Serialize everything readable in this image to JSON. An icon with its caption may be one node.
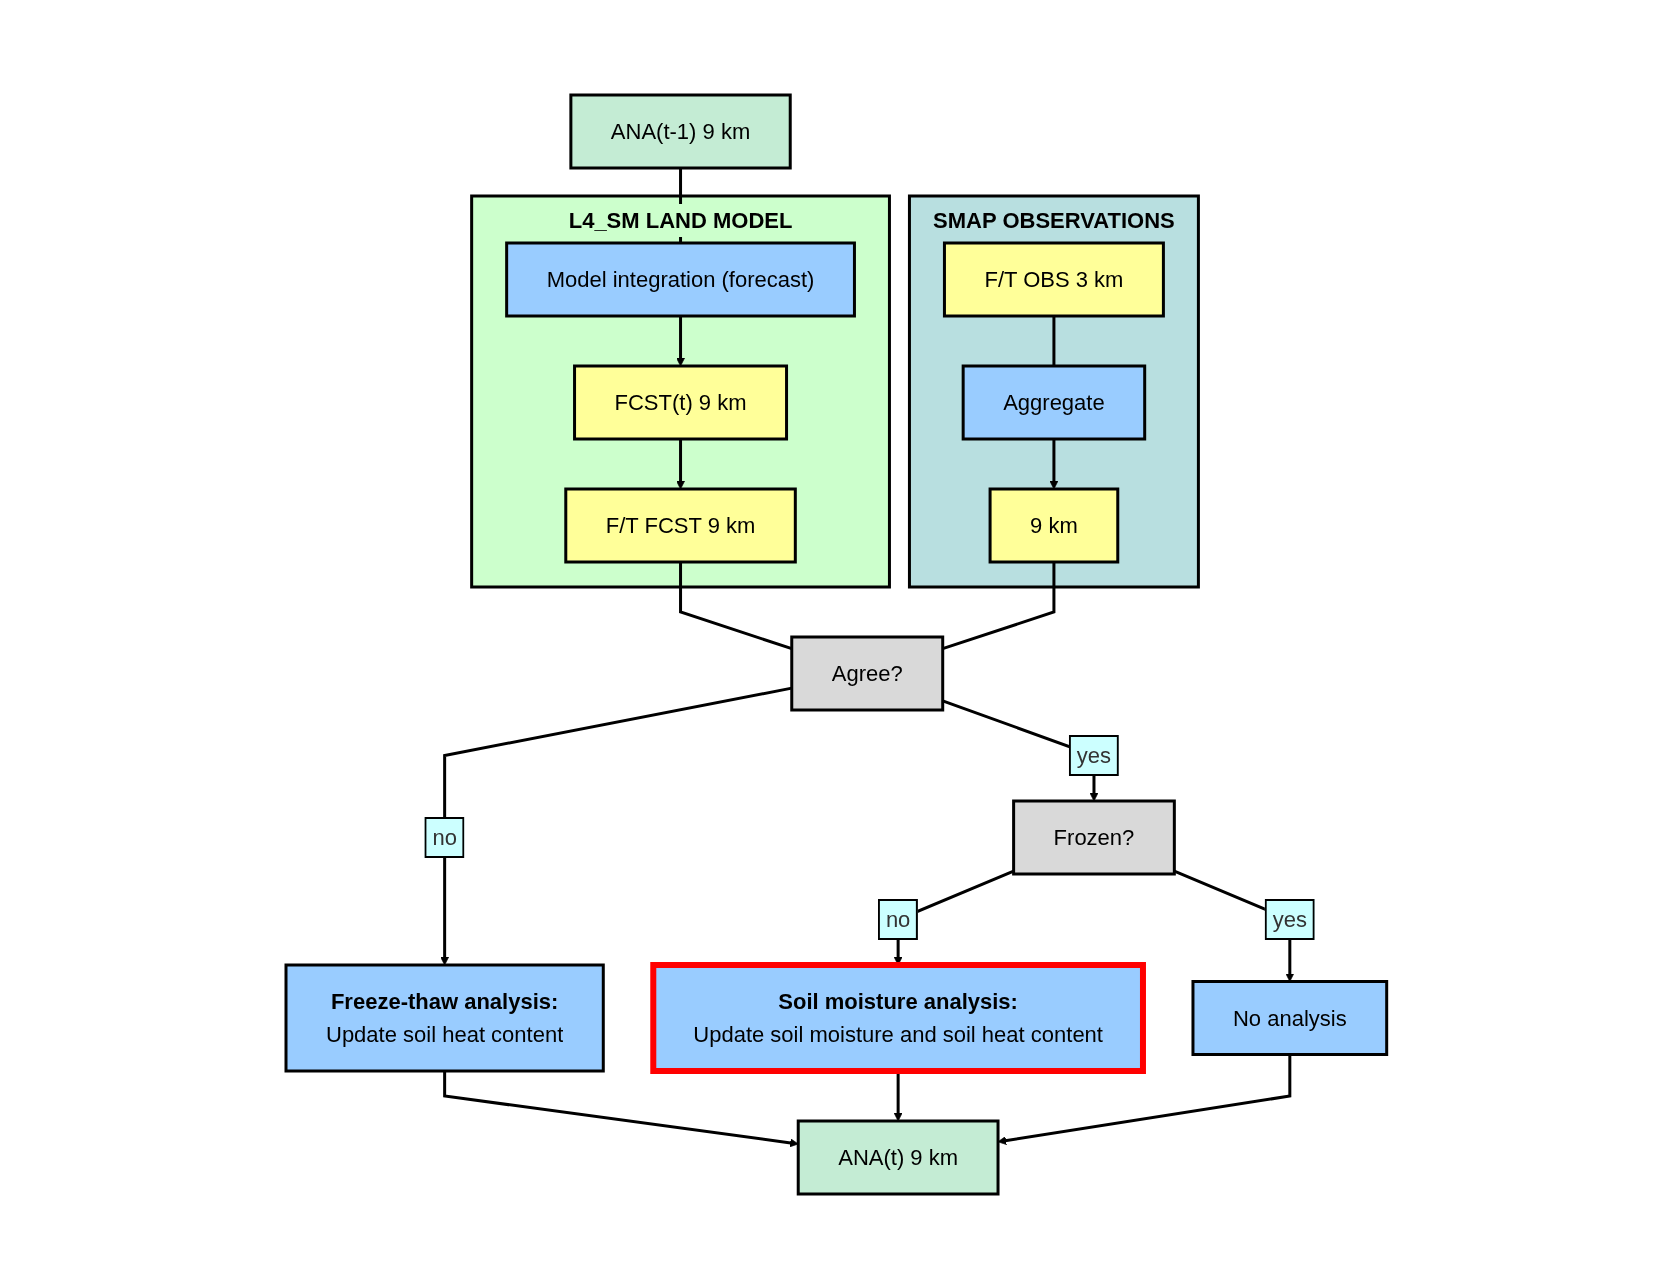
{
  "diagram": {
    "nodes": [
      {
        "text": [
          "L4_SM LAND MODEL"
        ]
      },
      {
        "text": [
          "FCST(t) 9 km"
        ],
        "in": 0
      },
      {
        "text": [
          "Model integration (forecast)"
        ],
        "in": 0
      },
      {
        "text": [
          "F/T FCST 9 km"
        ],
        "in": 0
      },
      {
        "text": [
          "ANA(t-1) 9 km"
        ]
      },
      {
        "text": [
          "SMAP OBSERVATIONS"
        ]
      },
      {
        "text": [
          "F/T OBS 3 km"
        ],
        "in": 5
      },
      {
        "text": [
          "Aggregate"
        ],
        "in": 5
      },
      {
        "text": [
          "9 km"
        ],
        "in": 5
      },
      {
        "text": [
          "Agree?"
        ]
      },
      {
        "text": [
          "Frozen?"
        ]
      },
      {
        "text": [
          "Freeze-thaw analysis:",
          "Update soil heat content"
        ]
      },
      {
        "text": [
          "Soil moisture analysis:",
          "Update soil moisture and soil heat content"
        ]
      },
      {
        "text": [
          "No analysis"
        ]
      },
      {
        "text": [
          "ANA(t) 9 km"
        ]
      }
    ],
    "edges": [
      {
        "from": 4,
        "to": 2,
        "arrow": "none"
      },
      {
        "from": 2,
        "to": 1,
        "arrow": "to"
      },
      {
        "from": 1,
        "to": 3,
        "arrow": "to"
      },
      {
        "from": 3,
        "to": 9,
        "arrow": "none"
      },
      {
        "from": 6,
        "to": 7,
        "arrow": "none"
      },
      {
        "from": 7,
        "to": 8,
        "arrow": "to"
      },
      {
        "from": 8,
        "to": 9,
        "arrow": "none"
      },
      {
        "from": 9,
        "to": 11,
        "label": "no",
        "arrow": "to"
      },
      {
        "from": 9,
        "to": 10,
        "label": "yes",
        "arrow": "to"
      },
      {
        "from": 10,
        "to": 12,
        "label": "no",
        "arrow": "to"
      },
      {
        "from": 10,
        "to": 13,
        "label": "yes",
        "arrow": "to"
      },
      {
        "from": 11,
        "to": 14,
        "arrow": "to"
      },
      {
        "from": 12,
        "to": 14,
        "arrow": "to"
      },
      {
        "from": 13,
        "to": 14,
        "arrow": "to"
      }
    ]
  }
}
